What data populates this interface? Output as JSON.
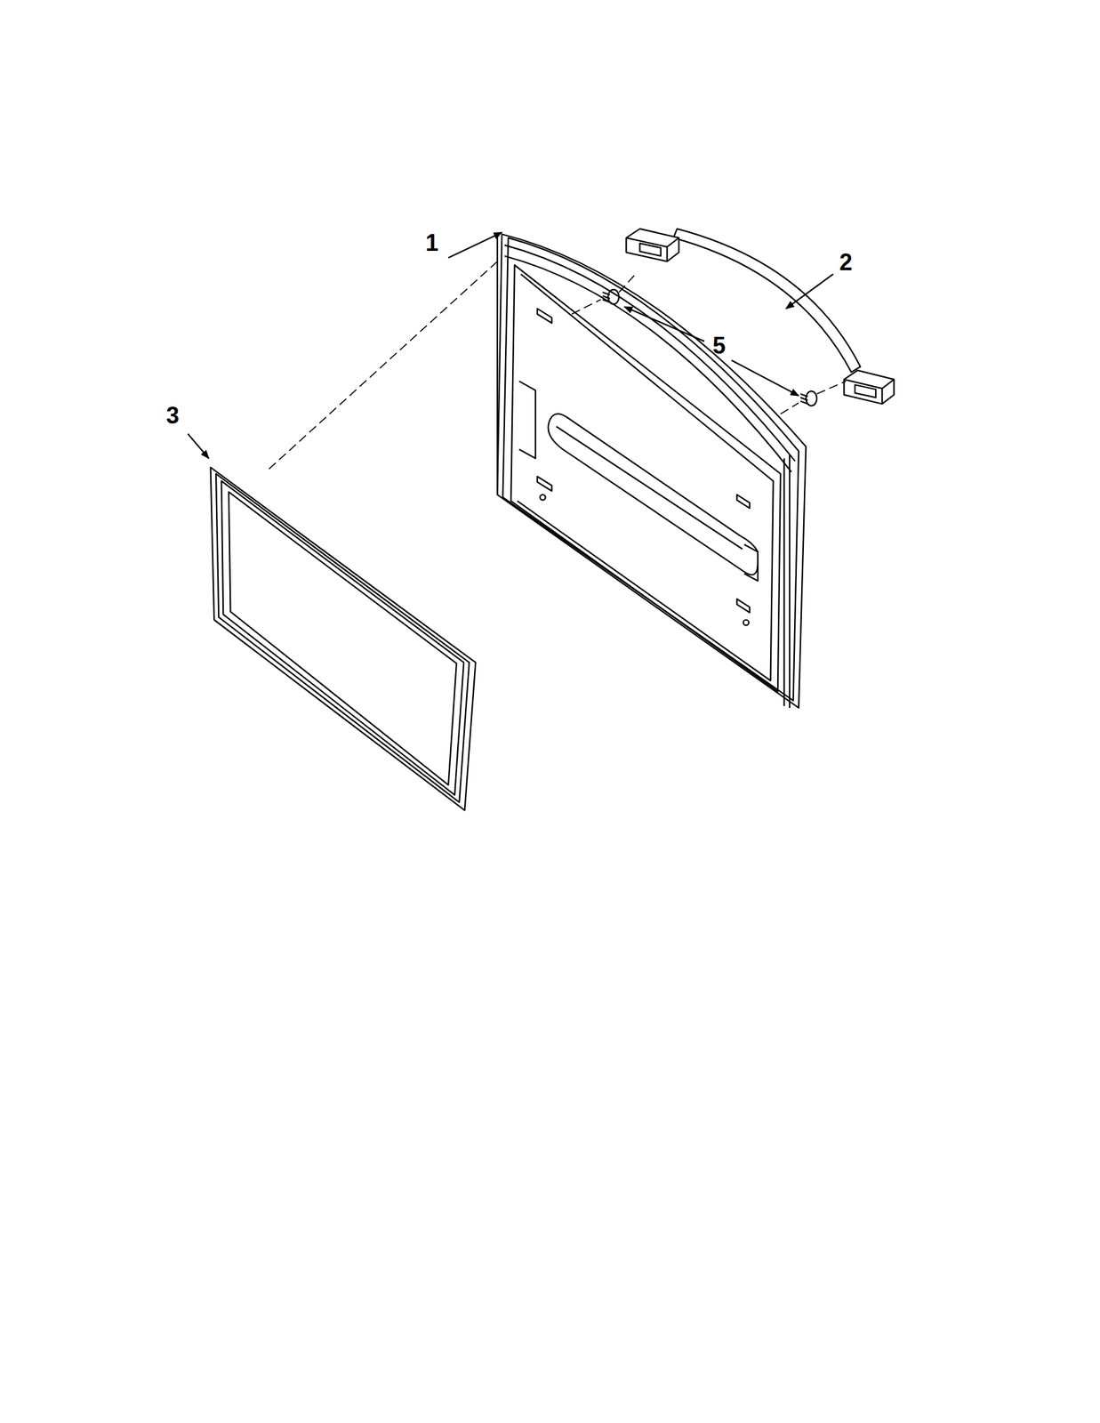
{
  "diagram": {
    "labels": [
      "1",
      "2",
      "3",
      "5"
    ]
  }
}
